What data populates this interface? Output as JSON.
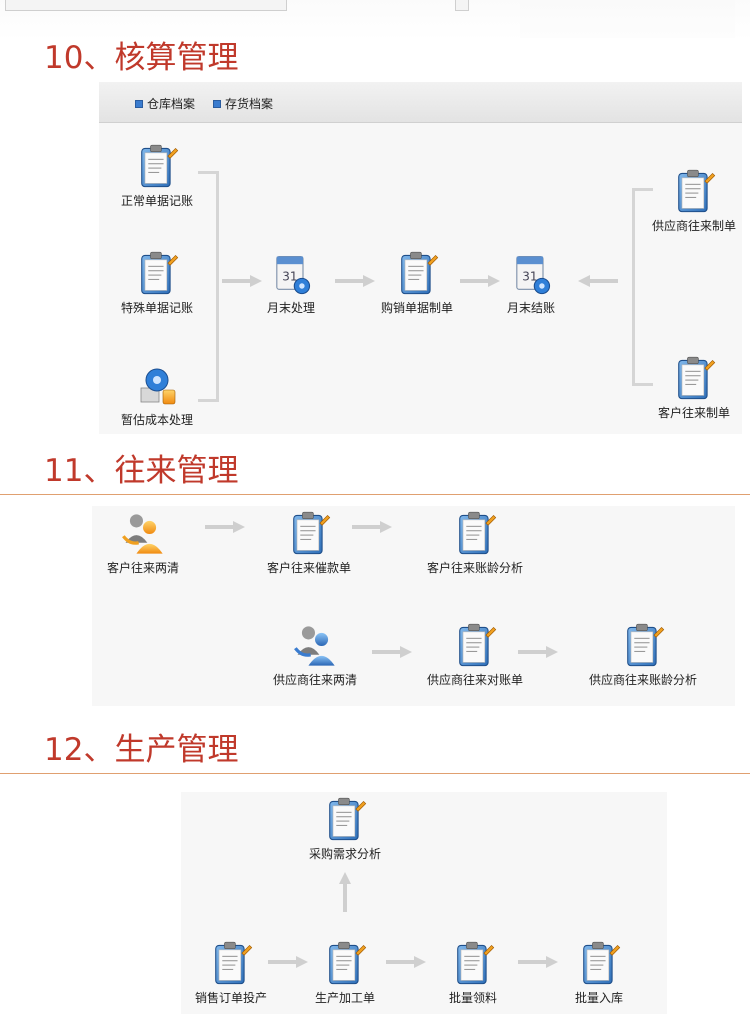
{
  "sections": {
    "accounting": {
      "title": "10、核算管理",
      "toolbar": [
        "仓库档案",
        "存货档案"
      ],
      "nodes": {
        "normal_doc": "正常单据记账",
        "special_doc": "特殊单据记账",
        "estimate_cost": "暂估成本处理",
        "month_end_process": "月末处理",
        "purchase_sales_doc": "购销单据制单",
        "month_end_close": "月末结账",
        "supplier_doc": "供应商往来制单",
        "customer_doc": "客户往来制单"
      }
    },
    "receivables": {
      "title": "11、往来管理",
      "nodes": {
        "customer_clear": "客户往来两清",
        "customer_dunning": "客户往来催款单",
        "customer_aging": "客户往来账龄分析",
        "supplier_clear": "供应商往来两清",
        "supplier_statement": "供应商往来对账单",
        "supplier_aging": "供应商往来账龄分析"
      }
    },
    "production": {
      "title": "12、生产管理",
      "nodes": {
        "purchase_analysis": "采购需求分析",
        "sales_order_release": "销售订单投产",
        "production_order": "生产加工单",
        "batch_issue": "批量领料",
        "batch_receipt": "批量入库"
      }
    }
  },
  "icons": {
    "clipboard": "clipboard-pen-icon",
    "calendar": "calendar-gear-icon",
    "users": "users-icon",
    "gears": "gears-icon"
  },
  "colors": {
    "title": "#c0392b",
    "rule": "#e0a070",
    "clipboard_blue": "#3a7ccf"
  }
}
